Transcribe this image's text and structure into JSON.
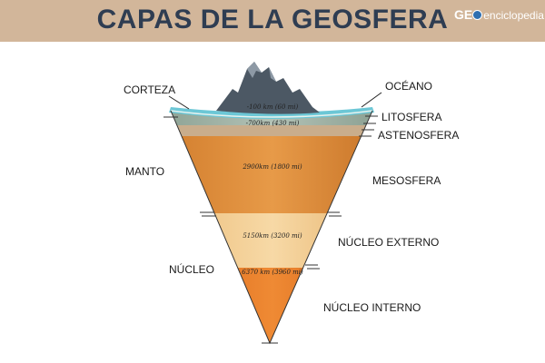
{
  "header": {
    "title": "CAPAS DE LA GEOSFERA",
    "brand_prefix": "GE",
    "brand_suffix": "enciclopedia"
  },
  "labels": {
    "corteza": "CORTEZA",
    "oceano": "OCÉANO",
    "litosfera": "LITOSFERA",
    "astenosfera": "ASTENOSFERA",
    "manto": "MANTO",
    "mesosfera": "MESOSFERA",
    "nucleo": "NÚCLEO",
    "nucleo_externo": "NÚCLEO EXTERNO",
    "nucleo_interno": "NÚCLEO INTERNO"
  },
  "depths": {
    "litosfera": "-100 km (60 mi)",
    "astenosfera": "-700km (430 mi)",
    "mesosfera": "2900km (1800 mi)",
    "nucleo_externo": "5150km (3200 mi)",
    "nucleo_interno": "6370 km (3960 mi)"
  },
  "colors": {
    "header_bg": "#d2b69a",
    "title": "#2f3d52",
    "ocean": "#6cc7d6",
    "mountain": "#4c5864",
    "litosfera": "#9fb0a4",
    "astenosfera": "#c9ad8c",
    "mesosfera": "#dc8f3e",
    "nucleo_externo": "#f2c98d",
    "nucleo_interno": "#e4782a"
  }
}
